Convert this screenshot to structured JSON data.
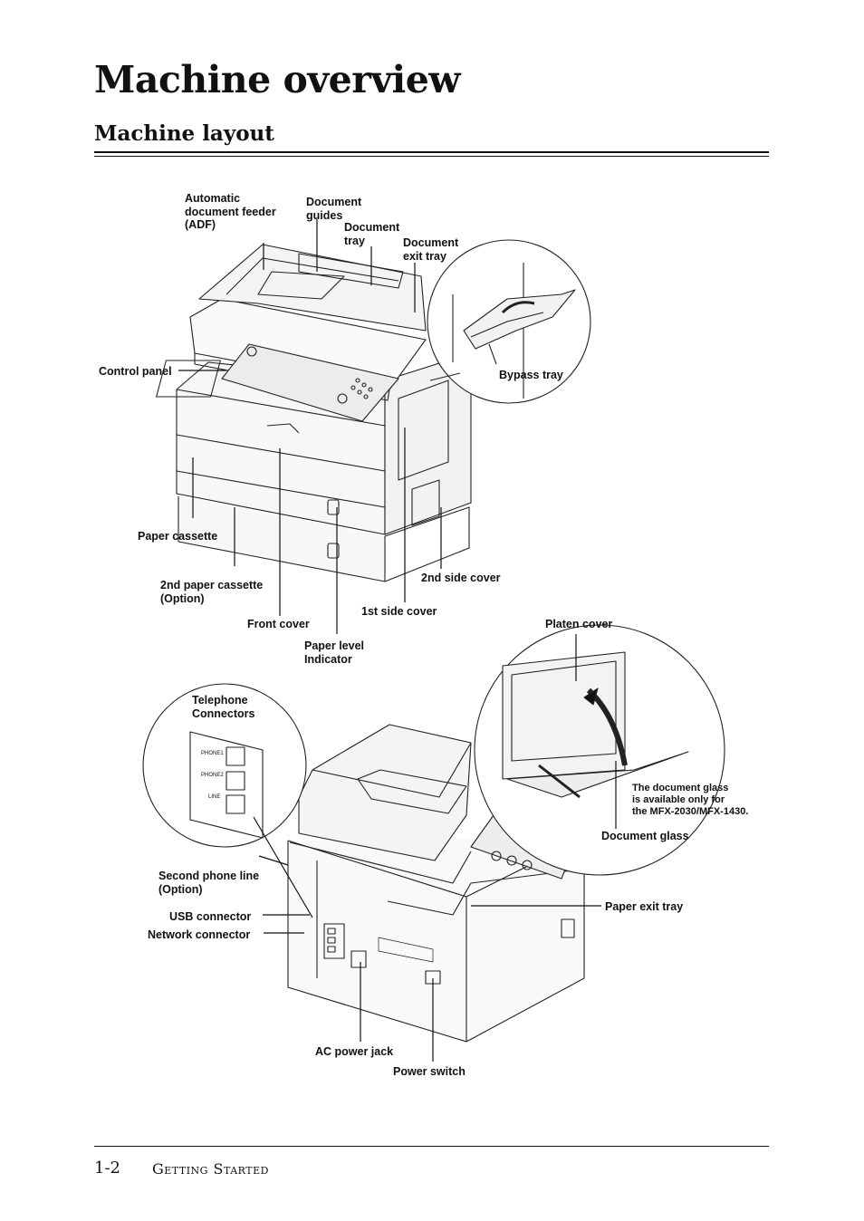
{
  "page": {
    "title": "Machine overview",
    "section": "Machine layout"
  },
  "top_view": {
    "labels": {
      "adf": "Automatic\ndocument feeder\n(ADF)",
      "document_guides": "Document\nguides",
      "document_tray": "Document\ntray",
      "document_exit_tray": "Document\nexit tray",
      "bypass_tray": "Bypass tray",
      "control_panel": "Control panel",
      "paper_cassette": "Paper cassette",
      "second_paper_cassette": "2nd paper cassette\n(Option)",
      "front_cover": "Front cover",
      "paper_level_indicator": "Paper level\nIndicator",
      "first_side_cover": "1st side cover",
      "second_side_cover": "2nd side cover"
    }
  },
  "rear_view": {
    "labels": {
      "telephone_connectors": "Telephone\nConnectors",
      "second_phone_line": "Second phone line\n(Option)",
      "usb_connector": "USB connector",
      "network_connector": "Network connector",
      "ac_power_jack": "AC power jack",
      "power_switch": "Power switch",
      "platen_cover": "Platen cover",
      "document_glass_note": "The document glass\nis available only for\nthe MFX-2030/MFX-1430.",
      "document_glass": "Document glass",
      "paper_exit_tray": "Paper exit tray"
    },
    "connector_ports": [
      "PHONE1",
      "PHONE2",
      "LINE"
    ]
  },
  "footer": {
    "page_number": "1-2",
    "section_name": "Getting Started"
  }
}
